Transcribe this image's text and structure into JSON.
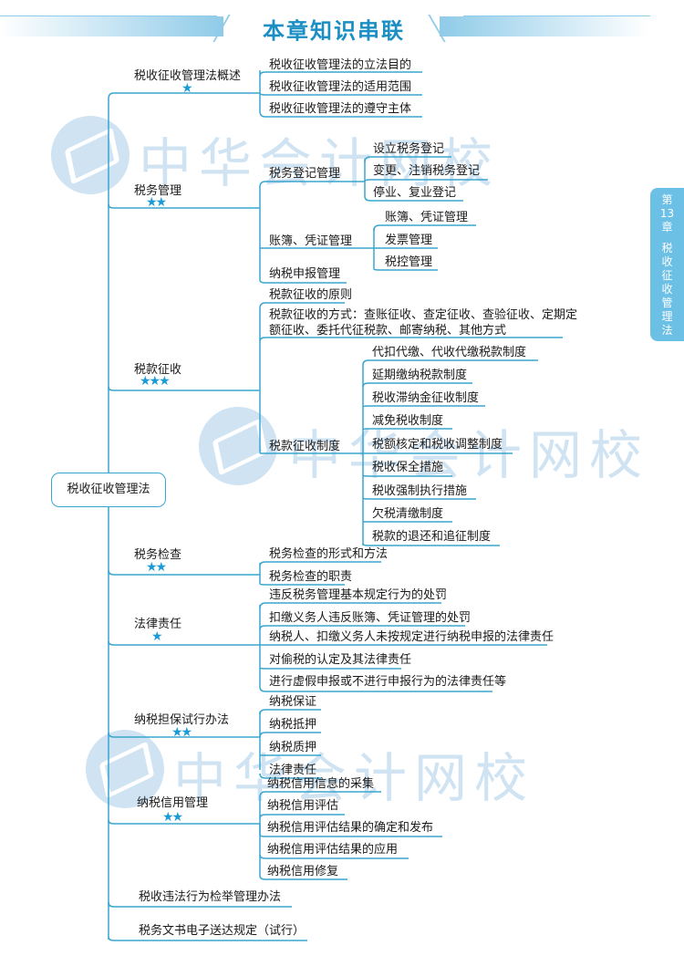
{
  "banner": {
    "title": "本章知识串联"
  },
  "side_tab": {
    "chapter_prefix": "第",
    "chapter_num": "13",
    "chapter_suffix": "章",
    "chapter_title_chars": [
      "税",
      "收",
      "征",
      "收",
      "管",
      "理",
      "法"
    ]
  },
  "watermark": {
    "text": "中华会计网校"
  },
  "root": {
    "label": "税收征收管理法"
  },
  "branches": [
    {
      "label": "税收征收管理法概述",
      "stars": "★",
      "children": [
        "税收征收管理法的立法目的",
        "税收征收管理法的适用范围",
        "税收征收管理法的遵守主体"
      ]
    },
    {
      "label": "税务管理",
      "stars": "★★",
      "children": [
        {
          "label": "税务登记管理",
          "children": [
            "设立税务登记",
            "变更、注销税务登记",
            "停业、复业登记"
          ]
        },
        {
          "label": "账簿、凭证管理",
          "children": [
            "账簿、凭证管理",
            "发票管理",
            "税控管理"
          ]
        },
        {
          "label": "纳税申报管理"
        }
      ]
    },
    {
      "label": "税款征收",
      "stars": "★★★",
      "children": [
        {
          "label": "税款征收的原则"
        },
        {
          "label": "税款征收的方式：查账征收、查定征收、查验征收、定期定额征收、委托代征税款、邮寄纳税、其他方式"
        },
        {
          "label": "税款征收制度",
          "children": [
            "代扣代缴、代收代缴税款制度",
            "延期缴纳税款制度",
            "税收滞纳金征收制度",
            "减免税收制度",
            "税额核定和税收调整制度",
            "税收保全措施",
            "税收强制执行措施",
            "欠税清缴制度",
            "税款的退还和追征制度"
          ]
        }
      ]
    },
    {
      "label": "税务检查",
      "stars": "★★",
      "children": [
        "税务检查的形式和方法",
        "税务检查的职责"
      ]
    },
    {
      "label": "法律责任",
      "stars": "★",
      "children": [
        "违反税务管理基本规定行为的处罚",
        "扣缴义务人违反账簿、凭证管理的处罚",
        "纳税人、扣缴义务人未按规定进行纳税申报的法律责任",
        "对偷税的认定及其法律责任",
        "进行虚假申报或不进行申报行为的法律责任等"
      ]
    },
    {
      "label": "纳税担保试行办法",
      "stars": "★★",
      "children": [
        "纳税保证",
        "纳税抵押",
        "纳税质押",
        "法律责任"
      ]
    },
    {
      "label": "纳税信用管理",
      "stars": "★★",
      "children": [
        "纳税信用信息的采集",
        "纳税信用评估",
        "纳税信用评估结果的确定和发布",
        "纳税信用评估结果的应用",
        "纳税信用修复"
      ]
    },
    {
      "label": "税收违法行为检举管理办法"
    },
    {
      "label": "税务文书电子送达规定（试行）"
    }
  ],
  "colors": {
    "line": "#3aa6cf",
    "star": "#1b9bd6",
    "banner": "#1b8fc4",
    "side_tab": "#6cc0e6",
    "watermark": "#cfe3f2"
  }
}
